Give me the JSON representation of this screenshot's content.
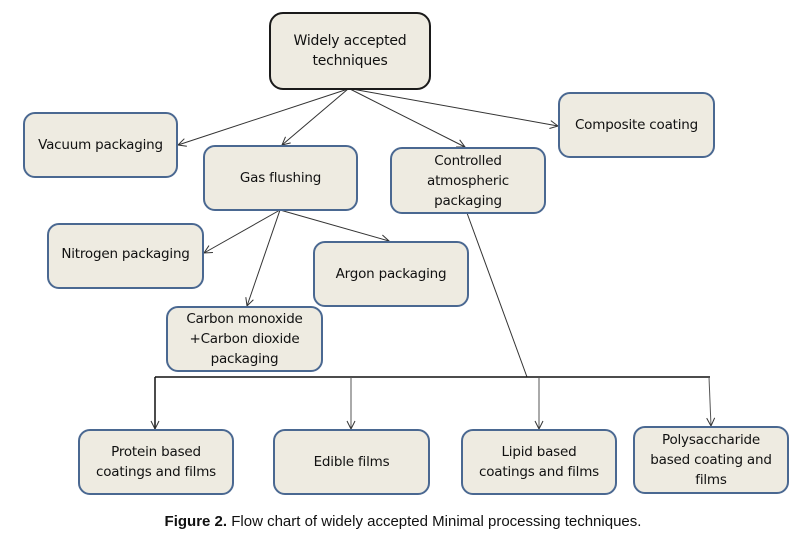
{
  "nodes": {
    "root": "Widely accepted\ntechniques",
    "vacuum": "Vacuum packaging",
    "gas_flushing": "Gas flushing",
    "controlled": "Controlled\natmospheric\npackaging",
    "composite": "Composite  coating",
    "nitrogen": "Nitrogen packaging",
    "argon": "Argon packaging",
    "carbon": "Carbon monoxide\n+Carbon dioxide\npackaging",
    "protein": "Protein based\ncoatings and films",
    "edible": "Edible films",
    "lipid": "Lipid based\ncoatings and films",
    "polysaccharide": "Polysaccharide\nbased coating and\nfilms"
  },
  "edges": [
    [
      "root",
      "vacuum"
    ],
    [
      "root",
      "gas_flushing"
    ],
    [
      "root",
      "controlled"
    ],
    [
      "root",
      "composite"
    ],
    [
      "gas_flushing",
      "nitrogen"
    ],
    [
      "gas_flushing",
      "argon"
    ],
    [
      "gas_flushing",
      "carbon"
    ],
    [
      "controlled",
      "protein"
    ],
    [
      "controlled",
      "edible"
    ],
    [
      "controlled",
      "lipid"
    ],
    [
      "controlled",
      "polysaccharide"
    ]
  ],
  "colors": {
    "node_fill": "#eeebe1",
    "node_border": "#4a6891",
    "root_border": "#1a1a1a",
    "line": "#333333"
  },
  "caption": {
    "label": "Figure 2.",
    "text": " Flow chart of widely accepted Minimal processing techniques."
  }
}
